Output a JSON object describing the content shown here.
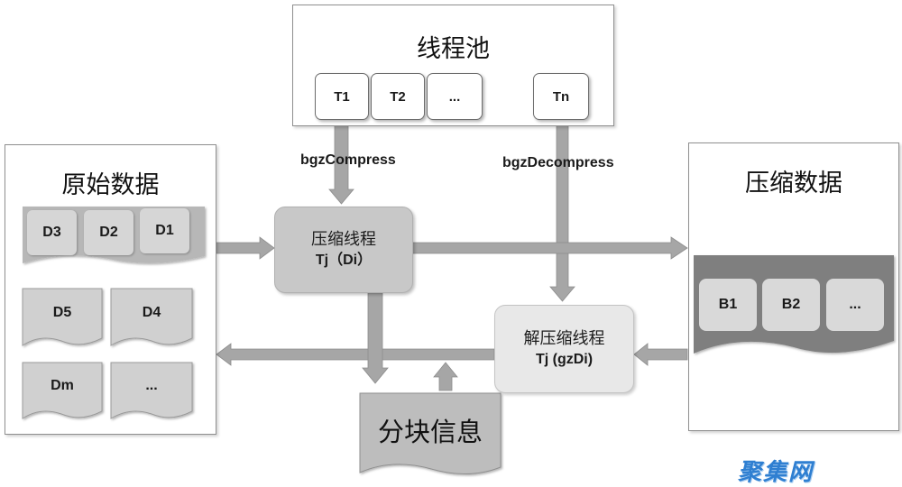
{
  "thread_pool": {
    "title": "线程池",
    "threads": [
      "T1",
      "T2",
      "...",
      "Tn"
    ]
  },
  "raw_data": {
    "title": "原始数据",
    "blocks": [
      "D3",
      "D2",
      "D1",
      "D5",
      "D4",
      "Dm",
      "..."
    ]
  },
  "compressed_data": {
    "title": "压缩数据",
    "blocks": [
      "B1",
      "B2",
      "..."
    ]
  },
  "compress_thread": {
    "line1": "压缩线程",
    "line2": "Tj（Di）"
  },
  "decompress_thread": {
    "line1": "解压缩线程",
    "line2": "Tj (gzDi)"
  },
  "block_info": {
    "label": "分块信息"
  },
  "calls": {
    "compress": "bgzCompress",
    "decompress": "bgzDecompress"
  },
  "watermark": "聚集网",
  "colors": {
    "arrow": "#a6a6a6",
    "tile": "#d9d9d9",
    "band": "#808080",
    "compress_box": "#c8c8c8",
    "decompress_box": "#e8e8e8"
  }
}
